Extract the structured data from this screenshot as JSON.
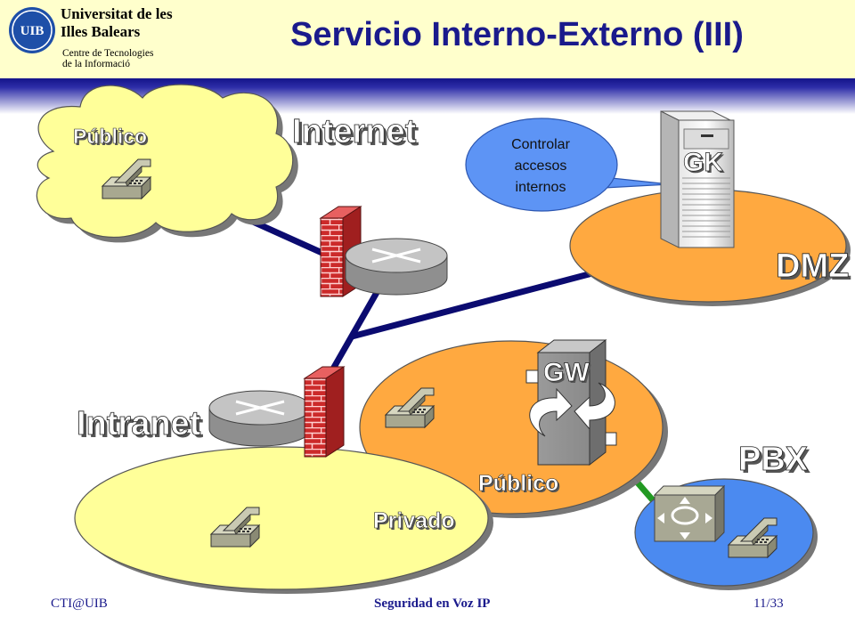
{
  "header": {
    "university_name": [
      "Universitat de les",
      "Illes Balears"
    ],
    "centre_name": [
      "Centre de Tecnologies",
      "de la Informació"
    ],
    "logo_text": "UIB",
    "title": "Servicio Interno-Externo (III)"
  },
  "diagram": {
    "internet_label": "Internet",
    "cloud_label": "Público",
    "dmz_label": "DMZ",
    "gk_label": "GK",
    "callout_lines": [
      "Controlar",
      "accesos",
      "internos"
    ],
    "gw_label": "GW",
    "intranet_label": "Intranet",
    "publico_label": "Público",
    "privado_label": "Privado",
    "pbx_label": "PBX"
  },
  "colors": {
    "title_blue": "#1a1a8c",
    "zone_yellow": "#ffff99",
    "zone_orange": "#ffa940",
    "pbx_blue": "#4b8af0",
    "callout_blue": "#5d94f5",
    "link_navy": "#0b0b70",
    "pbx_link_green": "#229922",
    "firewall_red": "#cc2a2a"
  },
  "footer": {
    "left": "CTI@UIB",
    "center": "Seguridad en Voz IP",
    "right": "11/33"
  }
}
